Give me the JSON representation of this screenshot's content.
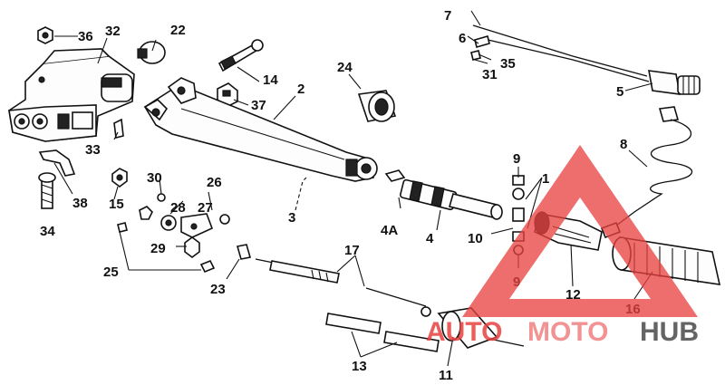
{
  "diagram": {
    "callouts": {
      "c1": "1",
      "c2": "2",
      "c3": "3",
      "c4": "4",
      "c4a": "4A",
      "c5": "5",
      "c6": "6",
      "c7": "7",
      "c8": "8",
      "c9a": "9",
      "c9b": "9",
      "c10": "10",
      "c11": "11",
      "c12": "12",
      "c13": "13",
      "c14": "14",
      "c15": "15",
      "c16": "16",
      "c17": "17",
      "c22": "22",
      "c23": "23",
      "c24": "24",
      "c25": "25",
      "c26": "26",
      "c27": "27",
      "c28": "28",
      "c29": "29",
      "c30": "30",
      "c31": "31",
      "c32": "32",
      "c33": "33",
      "c34": "34",
      "c35": "35",
      "c36": "36",
      "c37": "37",
      "c38": "38"
    }
  },
  "watermark": {
    "part1": "AUTO",
    "part2": "MOTO",
    "part3": "HUB",
    "colors": {
      "red": "#e8413f",
      "gray": "#4a4a4a"
    }
  }
}
